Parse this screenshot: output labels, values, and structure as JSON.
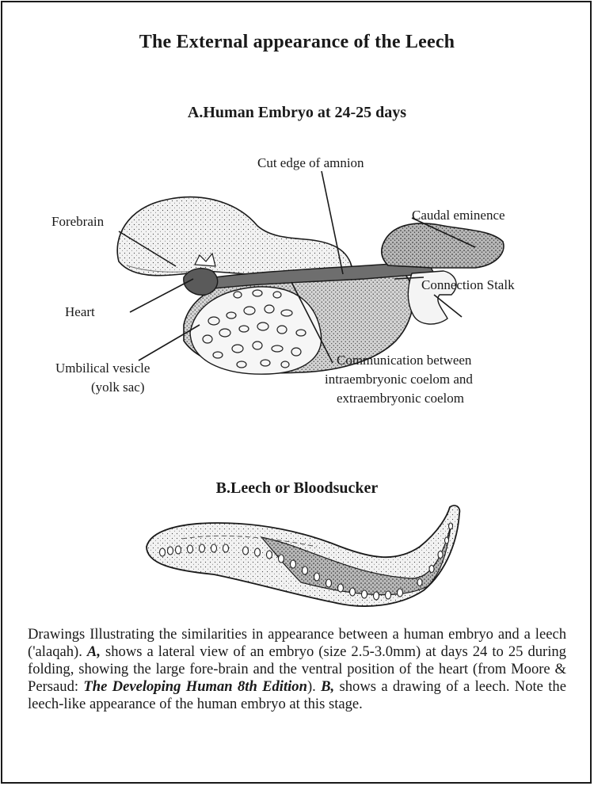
{
  "title": "The External appearance of the Leech",
  "section_a": {
    "heading": "A.Human Embryo at 24-25 days",
    "labels": {
      "cut_edge": "Cut edge of amnion",
      "forebrain": "Forebrain",
      "caudal": "Caudal eminence",
      "connection_stalk": "Connection Stalk",
      "heart": "Heart",
      "umbilical_1": "Umbilical vesicle",
      "umbilical_2": "(yolk sac)",
      "communication_1": "Communication between",
      "communication_2": "intraembryonic coelom and",
      "communication_3": "extraembryonic coelom"
    }
  },
  "section_b": {
    "heading": "B.Leech or Bloodsucker"
  },
  "caption": {
    "part1": "Drawings Illustrating the similarities in appearance between a human embryo and a leech ('alaqah). ",
    "a_marker": "A,",
    "part2": " shows a lateral view of an embryo (size 2.5-3.0mm) at days 24 to 25 during folding, showing the large fore-brain and the ventral position of the heart (from Moore & Persaud: ",
    "book_title": "The Developing Human 8th Edition",
    "part3": "). ",
    "b_marker": "B,",
    "part4": " shows a drawing of a leech. Note the leech-like appearance of the human embryo at this stage."
  }
}
